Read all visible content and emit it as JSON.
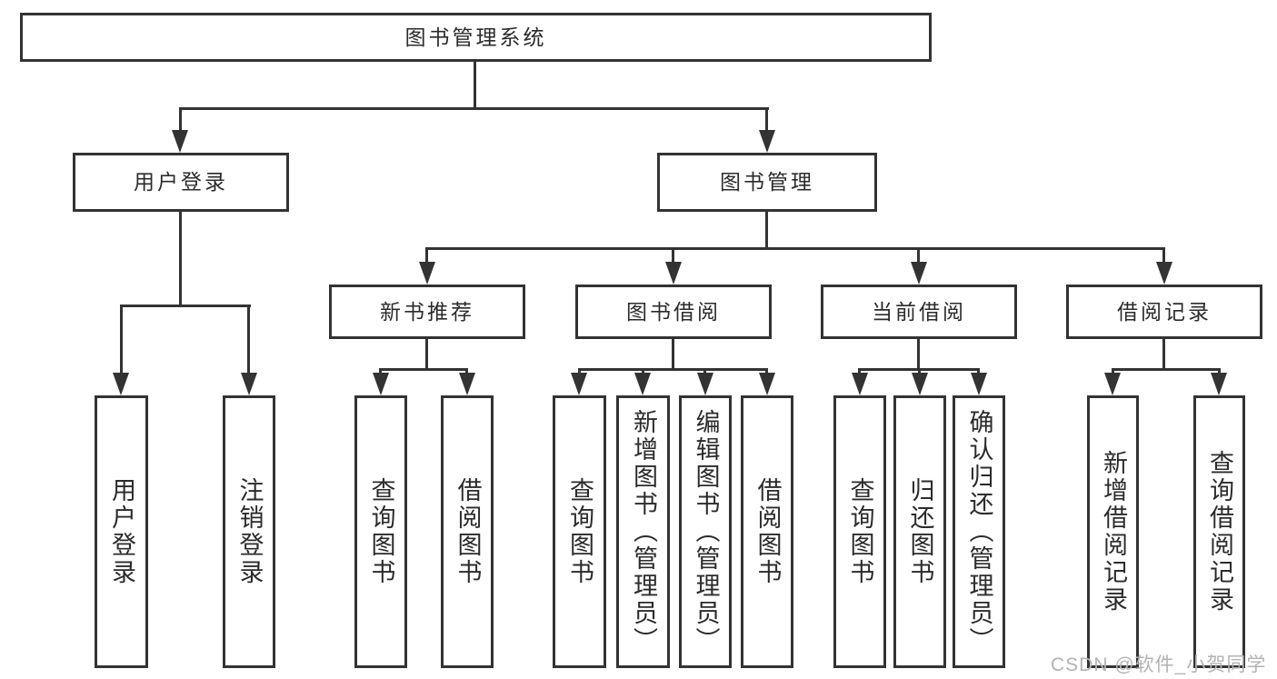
{
  "diagram": {
    "title_node": "图书管理系统",
    "level2": {
      "user_login": "用户登录",
      "book_mgmt": "图书管理"
    },
    "level3": {
      "new_books": "新书推荐",
      "book_borrow": "图书借阅",
      "current_borrow": "当前借阅",
      "borrow_records": "借阅记录"
    },
    "leaves": {
      "user_login": [
        "用户登录",
        "注销登录"
      ],
      "new_books": [
        "查询图书",
        "借阅图书"
      ],
      "book_borrow": [
        "查询图书",
        "新增图书（管理员）",
        "编辑图书（管理员）",
        "借阅图书"
      ],
      "current_borrow": [
        "查询图书",
        "归还图书",
        "确认归还（管理员）"
      ],
      "borrow_records": [
        "新增借阅记录",
        "查询借阅记录"
      ]
    }
  },
  "watermark": "CSDN @软件_小贺同学",
  "colors": {
    "line": "#333333",
    "text": "#2b2b2b",
    "background": "#ffffff",
    "watermark": "#b3b3b3"
  }
}
